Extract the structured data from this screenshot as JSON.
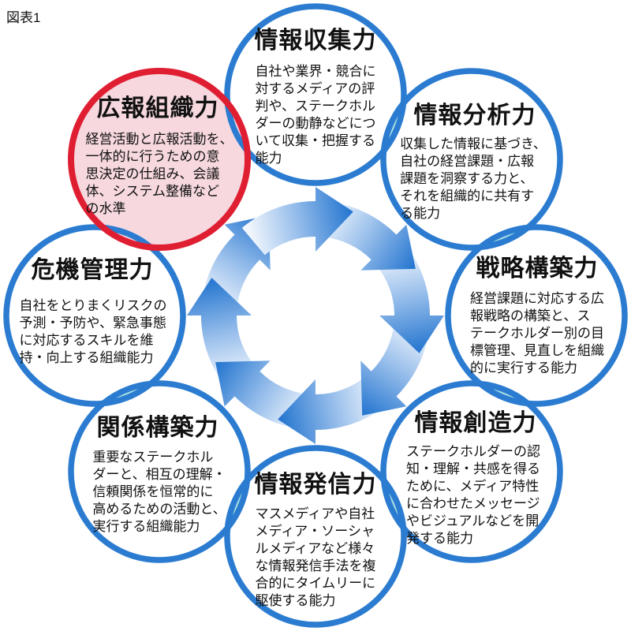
{
  "figure_label": "図表1",
  "diagram": {
    "type": "cycle",
    "direction": "clockwise",
    "arrow_count": 8,
    "colors": {
      "node_border": "#2b7cd1",
      "highlight_border": "#e01e32",
      "highlight_fill": "#f6d8de",
      "overlap_fill": "#a5dde2",
      "arrow_tail": "#f2f7fd",
      "arrow_mid": "#9cc1ec",
      "arrow_head": "#2a79d1",
      "text": "#111111"
    },
    "nodes": [
      {
        "id": "information-gathering",
        "title": "情報収集力",
        "description": "自社や業界・競合に\n対するメディアの評\n判や、ステークホル\nダーの動静などにつ\nいて収集・把握する\n能力",
        "highlighted": false
      },
      {
        "id": "information-analysis",
        "title": "情報分析力",
        "description": "収集した情報に基づき、\n自社の経営課題・広報\n課題を洞察する力と、\nそれを組織的に共有す\nる能力",
        "highlighted": false
      },
      {
        "id": "strategy-building",
        "title": "戦略構築力",
        "description": "経営課題に対応する広\n報戦略の構築と、ス\nテークホルダー別の目\n標管理、見直しを組織\n的に実行する能力",
        "highlighted": false
      },
      {
        "id": "information-creation",
        "title": "情報創造力",
        "description": "ステークホルダーの認\n知・理解・共感を得る\nために、メディア特性\nに合わせたメッセージ\nやビジュアルなどを開\n発する能力",
        "highlighted": false
      },
      {
        "id": "information-dissemination",
        "title": "情報発信力",
        "description": "マスメディアや自社\nメディア・ソーシャ\nルメディアなど様々\nな情報発信手法を複\n合的にタイムリーに\n駆使する能力",
        "highlighted": false
      },
      {
        "id": "relationship-building",
        "title": "関係構築力",
        "description": "重要なステークホル\nダーと、相互の理解・\n信頼関係を恒常的に\n高めるための活動と、\n実行する組織能力",
        "highlighted": false
      },
      {
        "id": "crisis-management",
        "title": "危機管理力",
        "description": "自社をとりまくリスクの\n予測・予防や、緊急事態\nに対応するスキルを維\n持・向上する組織能力",
        "highlighted": false
      },
      {
        "id": "pr-organization",
        "title": "広報組織力",
        "description": "経営活動と広報活動を、\n一体的に行うための意\n思決定の仕組み、会議\n体、システム整備など\nの水準",
        "highlighted": true
      }
    ]
  }
}
